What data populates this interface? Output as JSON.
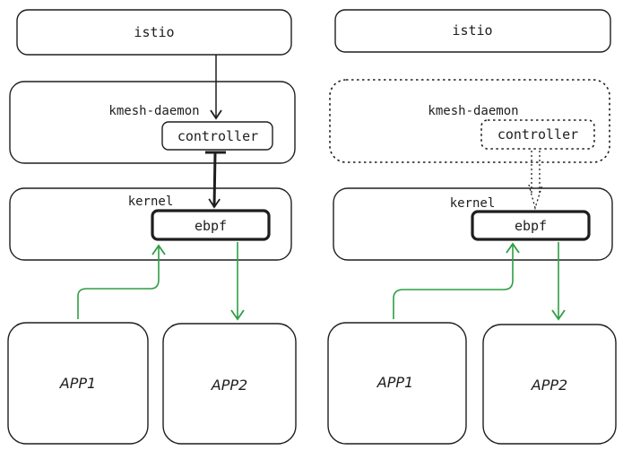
{
  "colors": {
    "stroke": "#1e1e1e",
    "flow_arrow": "#2f9e44",
    "background": "#ffffff"
  },
  "left_panel": {
    "istio_label": "istio",
    "daemon_label": "kmesh-daemon",
    "controller_label": "controller",
    "kernel_label": "kernel",
    "ebpf_label": "ebpf",
    "app1_label": "APP1",
    "app2_label": "APP2"
  },
  "right_panel": {
    "istio_label": "istio",
    "daemon_label": "kmesh-daemon",
    "controller_label": "controller",
    "kernel_label": "kernel",
    "ebpf_label": "ebpf",
    "app1_label": "APP1",
    "app2_label": "APP2"
  }
}
